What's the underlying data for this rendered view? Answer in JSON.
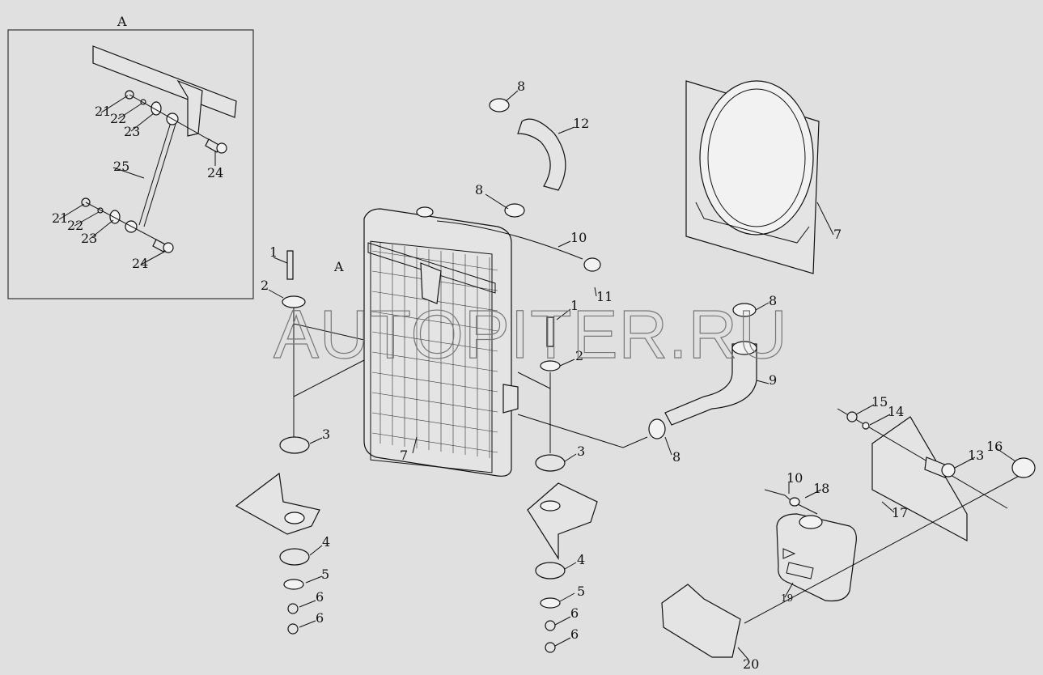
{
  "inset": {
    "title": "A",
    "callouts": [
      "21",
      "22",
      "23",
      "24",
      "25",
      "21",
      "22",
      "23",
      "24"
    ]
  },
  "main": {
    "view_marker": "A",
    "callouts": [
      "1",
      "2",
      "1",
      "2",
      "3",
      "3",
      "4",
      "4",
      "5",
      "5",
      "6",
      "6",
      "6",
      "6",
      "7",
      "7",
      "8",
      "8",
      "8",
      "8",
      "9",
      "10",
      "10",
      "11",
      "12",
      "13",
      "14",
      "15",
      "16",
      "17",
      "18",
      "19",
      "20"
    ]
  },
  "watermark": "AUTOPITER.RU"
}
